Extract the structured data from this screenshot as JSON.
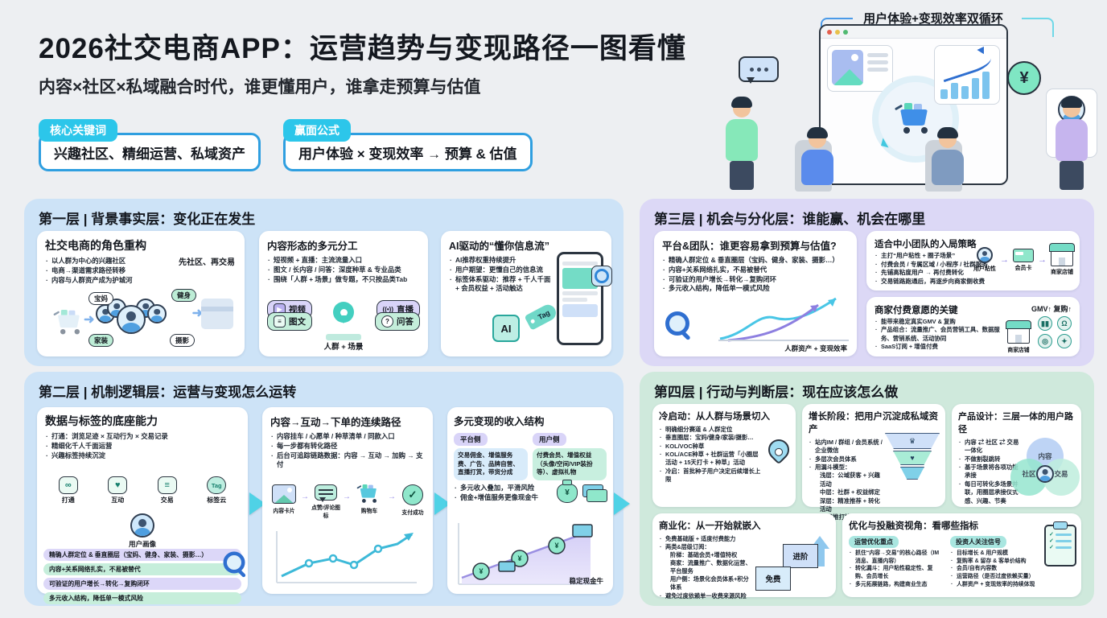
{
  "colors": {
    "accent_cyan": "#2CC6EA",
    "panel_blue": "#CDE3F7",
    "panel_purple": "#DCD8F6",
    "panel_green": "#CFE9DC",
    "pill_lavender": "#D9D4F8",
    "pill_mint": "#C4EEDA"
  },
  "glyphs": {
    "play": "▶",
    "live": "((•))",
    "doc": "≡",
    "qa": "?",
    "heart": "♥",
    "link": "∞",
    "tagcloud": "Tag",
    "check": "✓",
    "yen": "¥",
    "crown": "♛",
    "bars": "▮▮",
    "ring": "◎",
    "spark": "✦",
    "chat": "Ω",
    "arrow": "→"
  },
  "header": {
    "title": "2026社交电商APP：运营趋势与变现路径一图看懂",
    "subtitle": "内容×社区×私域融合时代，谁更懂用户，谁拿走预算与估值",
    "keywords_badge": {
      "label": "核心关键词",
      "value": "兴趣社区、精细运营、私域资产"
    },
    "formula_badge": {
      "label": "赢面公式",
      "value": "用户体验 × 变现效率 → 预算 & 估值"
    },
    "hero_caption": "用户体验+变现效率双循环"
  },
  "layer1": {
    "title": "第一层 | 背景事实层：变化正在发生",
    "card_roles": {
      "title": "社交电商的角色重构",
      "bullets": [
        "以人群为中心的兴趣社区",
        "电商→渠道需求路径转移",
        "内容与人群资产成为护城河"
      ],
      "note": "先社区、再交易",
      "tags": [
        "宝妈",
        "健身",
        "家装",
        "摄影"
      ]
    },
    "card_content": {
      "title": "内容形态的多元分工",
      "bullets": [
        "短视频 + 直播：主流流量入口",
        "图文 / 长内容 / 问答：深度种草 & 专业品类",
        "围绕「人群 + 场景」做专题，不只按品类Tab"
      ],
      "pill_labels": [
        "视频",
        "直播",
        "图文",
        "问答"
      ],
      "pin_label": "人群 + 场景"
    },
    "card_ai": {
      "title": "AI驱动的“懂你信息流”",
      "bullets": [
        "AI推荐权重持续提升",
        "用户期望：更懂自己的信息流",
        "标签体系驱动：推荐 + 千人千面 + 会员权益 + 活动触达"
      ],
      "chip_label": "AI",
      "tag_label": "Tag"
    }
  },
  "layer3": {
    "title": "第三层 | 机会与分化层：谁能赢、机会在哪里",
    "card_platform": {
      "title": "平台&团队：谁更容易拿到预算与估值?",
      "bullets": [
        "精确人群定位 & 垂直圈层（宝妈、健身、家装、摄影…）",
        "内容+关系网络扎实，不易被替代",
        "可验证的用户增长→转化→复购闭环",
        "多元收入结构，降低单一模式风险"
      ],
      "chart_label": "人群资产 + 变现效率"
    },
    "card_small_team": {
      "title": "适合中小团队的入局策略",
      "bullets": [
        "主打“用户粘性 + 圈子场景”",
        "付费会员 / 专属区域 / 小程序 / 社群服务",
        "先铺高粘度用户 → 再付费转化",
        "交易链路跑通后，再逐步向商家侧收费"
      ],
      "flow_labels": [
        "用户粘性",
        "会员卡",
        "商家店铺"
      ]
    },
    "card_merchant": {
      "title": "商家付费意愿的关键",
      "bullets": [
        "能带来稳定真实GMV & 复购",
        "产品组合：流量推广、会员营销工具、数据服务、营销系统、活动协同",
        "SaaS订阅 + 增值付费"
      ],
      "badge": "GMV↑ 复购↑",
      "store_label": "商家店铺"
    }
  },
  "layer2": {
    "title": "第二层 | 机制逻辑层：运营与变现怎么运转",
    "card_data": {
      "title": "数据与标签的底座能力",
      "bullets": [
        "打通：浏览足迹 × 互动行为 × 交易记录",
        "精细化千人千面运营",
        "兴趣标签持续沉淀"
      ],
      "icon_labels": [
        "打通",
        "互动",
        "交易",
        "标签云"
      ],
      "avatar_label": "用户画像",
      "pills": [
        "精确人群定位 & 垂直圈层（宝妈、健身、家装、摄影…）",
        "内容+关系网络扎实，不易被替代",
        "可验证的用户增长→转化→复购闭环",
        "多元收入结构，降低单一模式风险"
      ]
    },
    "card_path": {
      "title": "内容→互动→下单的连续路径",
      "bullets": [
        "内容挂车 / 心愿单 / 种草清单 / 同款入口",
        "每一步都有转化路径",
        "后台可追踪链路数据：内容 → 互动 → 加购 → 支付"
      ],
      "flow_labels": [
        "内容卡片",
        "点赞/评论图标",
        "购物车",
        "支付成功"
      ]
    },
    "card_revenue": {
      "title": "多元变现的收入结构",
      "platform_label": "平台侧",
      "platform_text": "交易佣金、增值服务费、广告、品牌自营、直播打赏，带货分成",
      "user_label": "用户侧",
      "user_text": "付费会员、增值权益（头像/空间/VIP装扮等）、虚拟礼物",
      "bullets": [
        "多元收入叠加，平滑风险",
        "佣金+增值服务更像现金牛"
      ],
      "chart_label": "稳定现金牛"
    }
  },
  "layer4": {
    "title": "第四层 | 行动与判断层：现在应该怎么做",
    "card_coldstart": {
      "title": "冷启动：从人群与场景切入",
      "bullets": [
        "明确细分赛道 & 人群定位",
        "垂直圈层：宝妈/健身/家装/摄影…",
        "KOL/VOC种草",
        "KOL/ACE种草 + 社群运营「小圈层活动 + 15天打卡 + 种草」活动",
        "冷启：首批种子用户决定后续增长上限"
      ]
    },
    "card_growth": {
      "title": "增长阶段：把用户沉淀成私域资产",
      "bullets": [
        "站内IM / 群组 / 会员系统 / 企业微信",
        "多层次会员体系",
        "用漏斗模型："
      ],
      "sub_bullets": [
        "浅层：公域获客 + 兴趣活动",
        "中层：社群 + 权益绑定",
        "深层：精准推荐 + 转化活动"
      ],
      "last_bullet": "防止强推打扰引起反感"
    },
    "card_product": {
      "title": "产品设计：三层一体的用户路径",
      "bullets": [
        "内容 ⇄ 社区 ⇄ 交易 一体化",
        "不做割裂跳转",
        "基于场景将各项功能承接",
        "每日可转化多场景并联，用圈层承接仪式感、兴趣、节奏"
      ],
      "venn_labels": [
        "内容",
        "社区",
        "交易"
      ]
    },
    "card_commercial": {
      "title": "商业化：从一开始就嵌入",
      "bullets": [
        "免费基础版 + 适度付费能力",
        "两类&层级订阅："
      ],
      "sub_bullets": [
        "阶梯：基础会员+增值特权",
        "商家：流量推广、数据化运营、平台服务",
        "用户侧：场景化会员体系+积分体系"
      ],
      "last_bullet": "避免过度依赖单一收费来源风险",
      "step_labels": [
        "免费",
        "进阶"
      ]
    },
    "card_metrics": {
      "title": "优化与投融资视角：看哪些指标",
      "ops_label": "运营优化重点",
      "ops_bullets": [
        "抓住“内容→交易”的核心路径（IM消息、直播内容）",
        "转化漏斗：用户粘性稳定性、复购、会员增长",
        "多元拓展链路，构建商业生态"
      ],
      "investor_label": "投资人关注信号",
      "investor_bullets": [
        "目标增长 & 用户规模",
        "复购率 & 留存 & 客单价结构",
        "会员/自有内容数",
        "运营路径（是否过度依赖买量）",
        "人群资产 + 变现效率的持续体现"
      ]
    }
  }
}
